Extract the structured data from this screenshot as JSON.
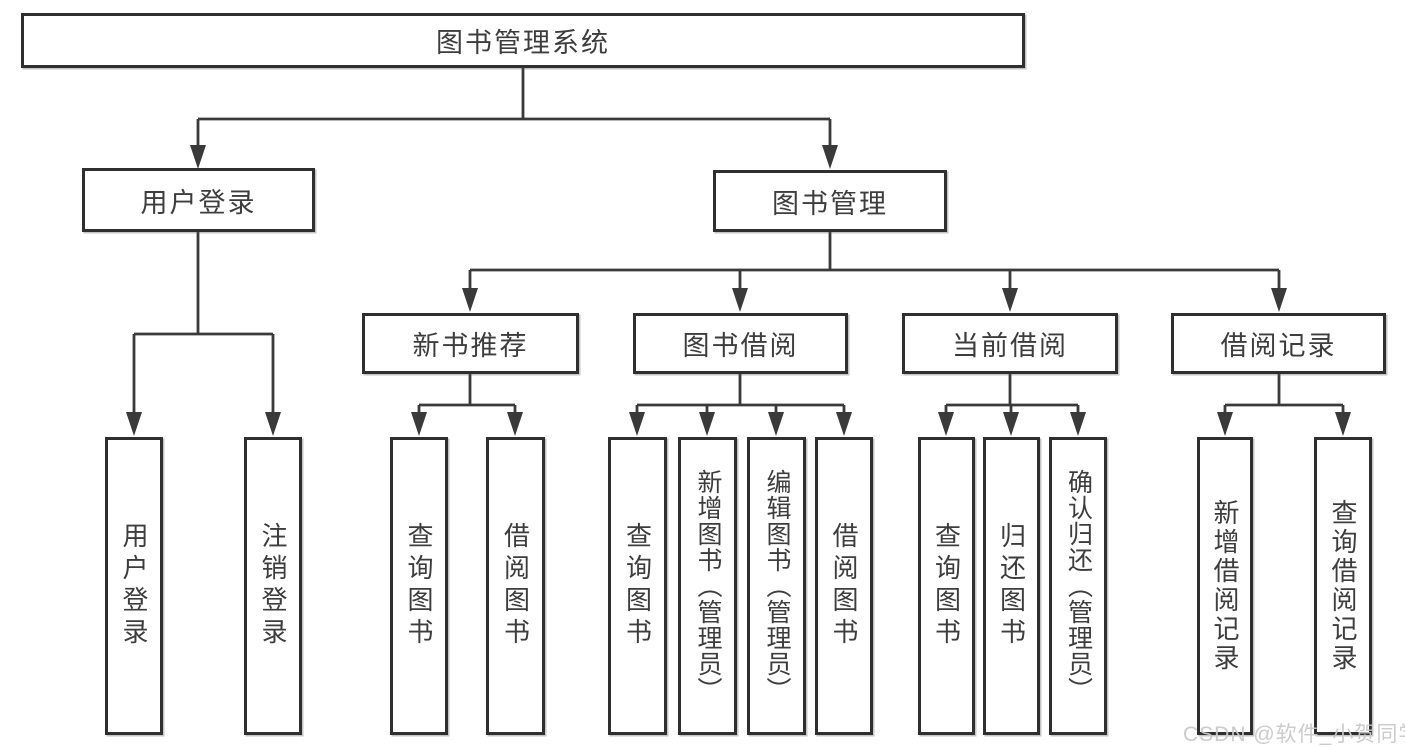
{
  "diagram": {
    "root": "图书管理系统",
    "user_login": {
      "label": "用户登录",
      "children": {
        "login": "用户登录",
        "logout": "注销登录"
      }
    },
    "book_mgmt": {
      "label": "图书管理",
      "children": {
        "new_book_rec": {
          "label": "新书推荐",
          "children": {
            "query_book": "查询图书",
            "borrow_book": "借阅图书"
          }
        },
        "book_borrow": {
          "label": "图书借阅",
          "children": {
            "query_book": "查询图书",
            "add_book": "新增图书（管理员）",
            "edit_book": "编辑图书（管理员）",
            "borrow_book": "借阅图书"
          }
        },
        "current_borrow": {
          "label": "当前借阅",
          "children": {
            "query_book": "查询图书",
            "return_book": "归还图书",
            "confirm_return": "确认归还（管理员）"
          }
        },
        "borrow_records": {
          "label": "借阅记录",
          "children": {
            "add_record": "新增借阅记录",
            "query_record": "查询借阅记录"
          }
        }
      }
    }
  },
  "watermark": "CSDN @软件_小贺同学",
  "colors": {
    "line": "#3a3a3a",
    "border": "#2f2f2f",
    "text": "#3d3d3d",
    "watermark": "#c9c9c9"
  }
}
